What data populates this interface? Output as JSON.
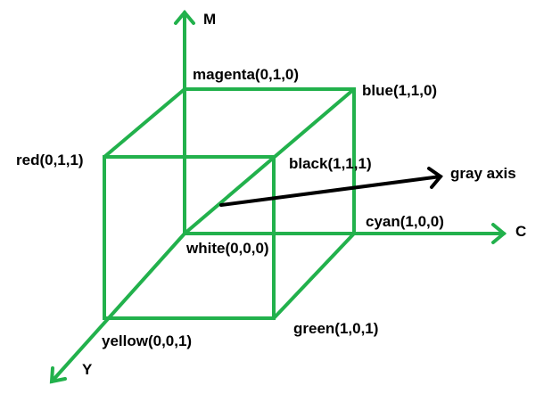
{
  "colors": {
    "edge": "#22b14c",
    "arrow": "#000000",
    "text": "#000000"
  },
  "axes": {
    "m": "M",
    "c": "C",
    "y": "Y",
    "gray": "gray axis"
  },
  "vertices": {
    "magenta": "magenta(0,1,0)",
    "blue": "blue(1,1,0)",
    "red": "red(0,1,1)",
    "black": "black(1,1,1)",
    "white": "white(0,0,0)",
    "cyan": "cyan(1,0,0)",
    "yellow": "yellow(0,0,1)",
    "green": "green(1,0,1)"
  }
}
